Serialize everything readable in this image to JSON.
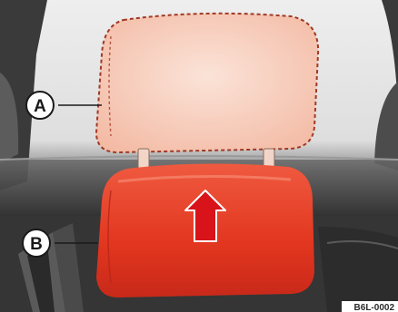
{
  "figure": {
    "callout_a": "A",
    "callout_b": "B",
    "figure_code": "B6L-0002",
    "colors": {
      "headrest_raised": "#f6c7b5",
      "headrest_raised_outline": "#a03a24",
      "headrest_lowered": "#e63a24",
      "arrow_fill": "#d8141a",
      "arrow_outline": "#ffffff",
      "background_light": "#e8e8e8",
      "background_dark": "#3a3a3a"
    },
    "arrow_direction": "up"
  }
}
